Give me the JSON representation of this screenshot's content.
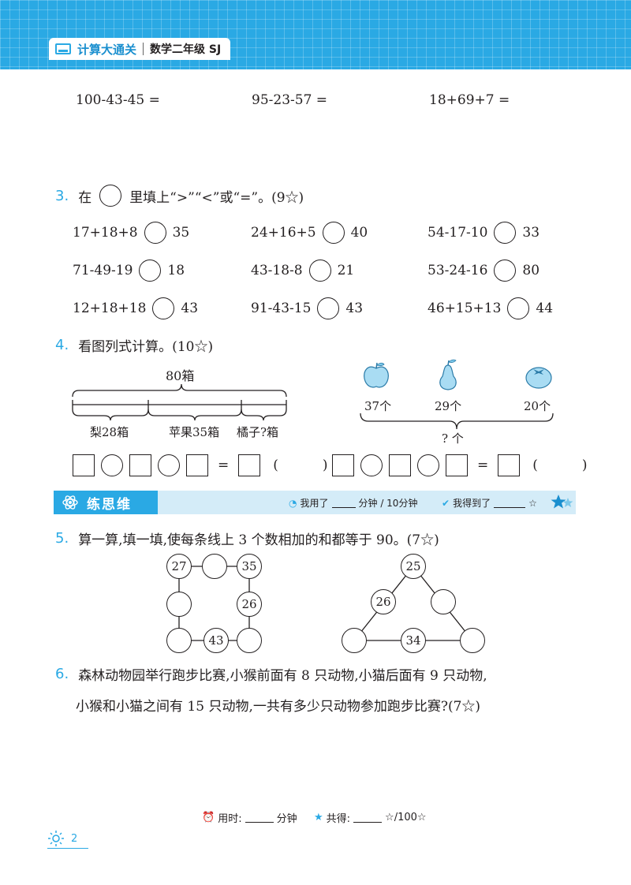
{
  "header": {
    "title": "计算大通关",
    "subtitle": "数学二年级 SJ"
  },
  "row_top": [
    "100-43-45 =",
    "95-23-57 =",
    "18+69+7 ="
  ],
  "q3": {
    "num": "3.",
    "pre": "在",
    "post": "里填上“>”“<”或“=”。(9☆)",
    "items": [
      {
        "left": "17+18+8",
        "right": "35"
      },
      {
        "left": "24+16+5",
        "right": "40"
      },
      {
        "left": "54-17-10",
        "right": "33"
      },
      {
        "left": "71-49-19",
        "right": "18"
      },
      {
        "left": "43-18-8",
        "right": "21"
      },
      {
        "left": "53-24-16",
        "right": "80"
      },
      {
        "left": "12+18+18",
        "right": "43"
      },
      {
        "left": "91-43-15",
        "right": "43"
      },
      {
        "left": "46+15+13",
        "right": "44"
      }
    ]
  },
  "q4": {
    "num": "4.",
    "text": "看图列式计算。(10☆)",
    "left": {
      "total": "80箱",
      "parts": [
        "梨28箱",
        "苹果35箱",
        "橘子?箱"
      ]
    },
    "right": {
      "items": [
        "37个",
        "29个",
        "20个"
      ],
      "total": "? 个"
    },
    "eq_equals": "=",
    "paren_open": "(",
    "paren_close": ")"
  },
  "section": {
    "title": "练思维",
    "time_pre": "我用了",
    "time_post": "分钟 / 10分钟",
    "score_pre": "我得到了",
    "score_post": "☆"
  },
  "q5": {
    "num": "5.",
    "text": "算一算,填一填,使每条线上 3 个数相加的和都等于 90。(7☆)",
    "square": [
      "27",
      "",
      "35",
      "",
      "26",
      "",
      "43",
      ""
    ],
    "triangle": [
      "25",
      "26",
      "",
      "",
      "34",
      ""
    ]
  },
  "q6": {
    "num": "6.",
    "line1": "森林动物园举行跑步比赛,小猴前面有 8 只动物,小猫后面有 9 只动物,",
    "line2": "小猴和小猫之间有 15 只动物,一共有多少只动物参加跑步比赛?(7☆)"
  },
  "footer": {
    "time_label": "用时:",
    "time_unit": "分钟",
    "total_label": "共得:",
    "total_unit": "☆/100☆",
    "page": "2"
  },
  "colors": {
    "accent": "#2aa9e4",
    "banner_bg": "#d4ecf8",
    "fruit": "#a9dcf3"
  }
}
